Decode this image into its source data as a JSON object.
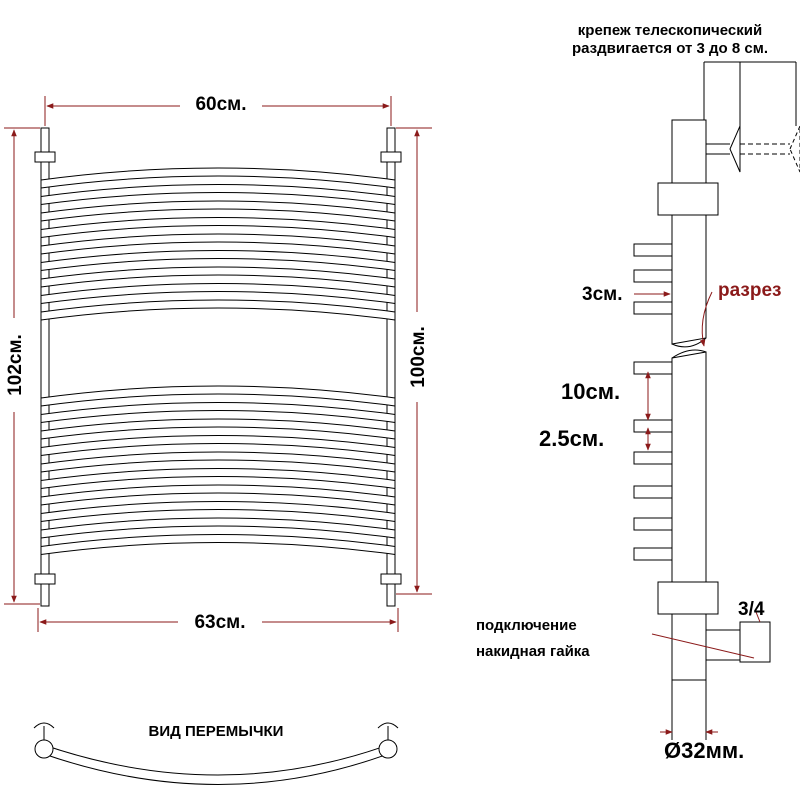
{
  "colors": {
    "dimension": "#8b1a1a",
    "line": "#000000",
    "background": "#ffffff"
  },
  "front_view": {
    "top_width": "60см.",
    "bottom_width": "63см.",
    "left_height": "102см.",
    "right_height": "100см.",
    "rungs_upper": 9,
    "rungs_lower": 10
  },
  "side_view": {
    "telescopic_line1": "крепеж телескопический",
    "telescopic_line2": "раздвигается от 3 до 8 см.",
    "rung_thickness": "3см.",
    "section": "разрез",
    "gap_large": "10см.",
    "gap_small": "2.5см.",
    "connection_line1": "подключение",
    "connection_line2": "накидная гайка",
    "thread": "3/4",
    "pipe_diameter": "Ø32мм."
  },
  "jumper_view": {
    "label": "ВИД ПЕРЕМЫЧКИ"
  }
}
